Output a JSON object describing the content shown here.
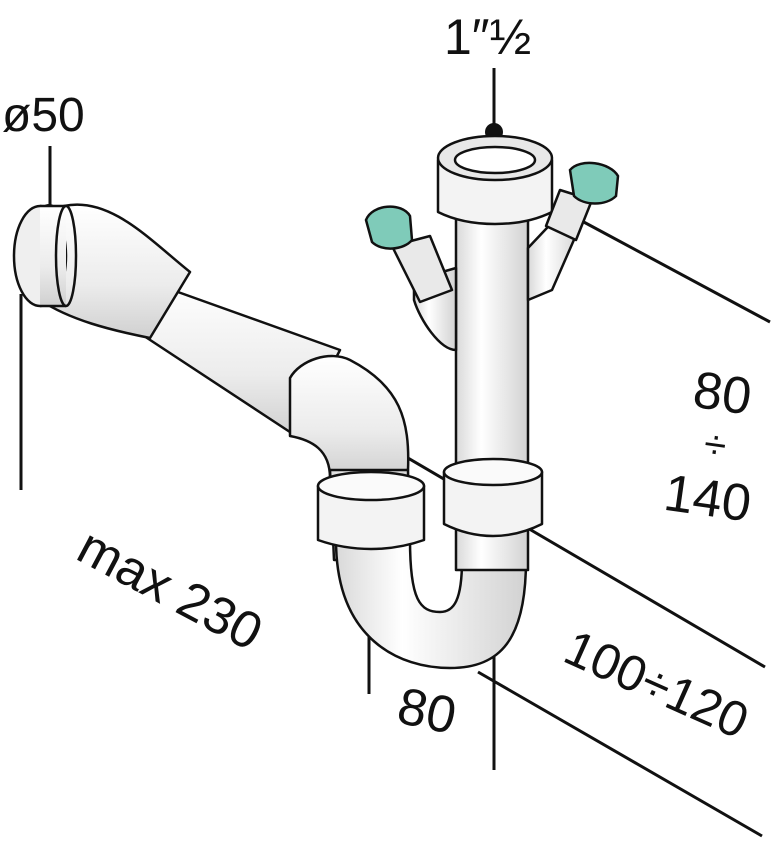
{
  "dimensions": {
    "outlet_thread": "1″½",
    "outlet_diameter": "ø50",
    "height_min": "80",
    "height_operator": "÷",
    "height_max": "140",
    "max_length": "max 230",
    "trap_width": "80",
    "depth_range": "100÷120"
  },
  "colors": {
    "pipe_fill": "#f7f7f7",
    "pipe_shade": "#dcdcdc",
    "outline": "#111111",
    "hose_cap": "#7fcbb9"
  }
}
